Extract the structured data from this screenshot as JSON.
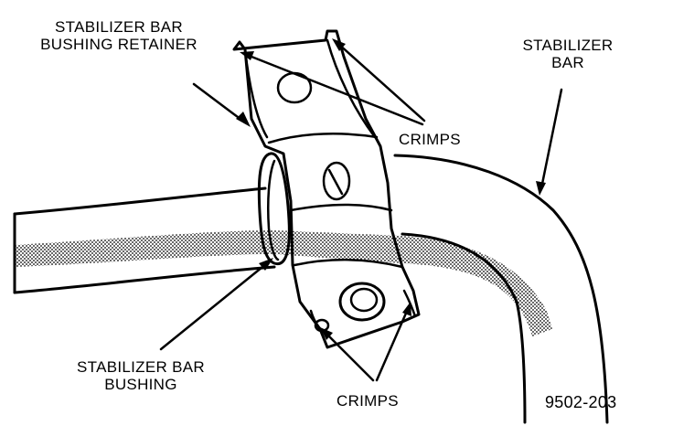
{
  "labels": {
    "retainer": [
      "STABILIZER BAR",
      "BUSHING RETAINER"
    ],
    "stabilizer_bar": [
      "STABILIZER",
      "BAR"
    ],
    "crimps_top": "CRIMPS",
    "bushing": [
      "STABILIZER BAR",
      "BUSHING"
    ],
    "crimps_bottom": "CRIMPS",
    "figure_number": "9502-203"
  }
}
